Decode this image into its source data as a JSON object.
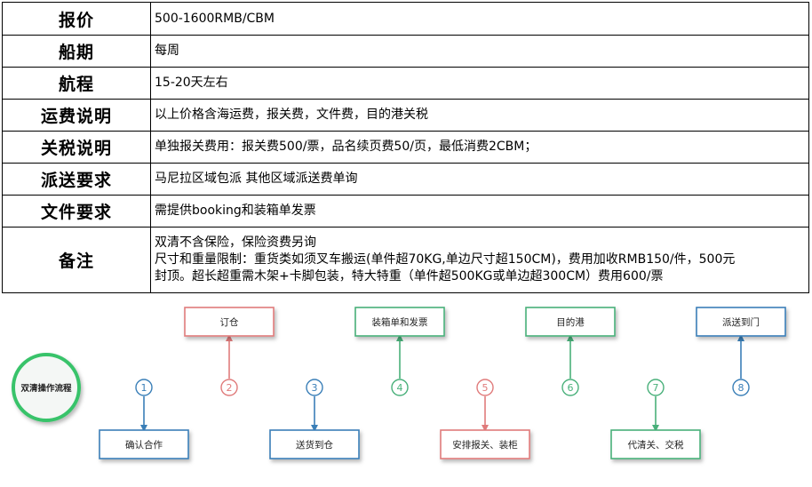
{
  "table": {
    "rows": [
      {
        "key": "报价",
        "lines": [
          "500-1600RMB/CBM"
        ]
      },
      {
        "key": "船期",
        "lines": [
          "每周"
        ]
      },
      {
        "key": "航程",
        "lines": [
          "15-20天左右"
        ]
      },
      {
        "key": "运费说明",
        "lines": [
          "以上价格含海运费，报关费，文件费，目的港关税"
        ]
      },
      {
        "key": "关税说明",
        "lines": [
          "单独报关费用：报关费500/票，品名续页费50/页，最低消费2CBM；"
        ]
      },
      {
        "key": "派送要求",
        "lines": [
          "马尼拉区域包派 其他区域派送费单询"
        ]
      },
      {
        "key": "文件要求",
        "lines": [
          "需提供booking和装箱单发票"
        ]
      },
      {
        "key": "备注",
        "lines": [
          "双清不含保险，保险资费另询",
          "尺寸和重量限制：重货类如须叉车搬运(单件超70KG,单边尺寸超150CM)，费用加收RMB150/件，500元",
          "封顶。超长超重需木架+卡脚包装，特大特重（单件超500KG或单边超300CM）费用600/票"
        ]
      }
    ]
  },
  "flow": {
    "start_label": "双清操作流程",
    "colors": {
      "line": "#3b8fa6",
      "blue": "#3a7fb8",
      "red": "#e07b7b",
      "green": "#49b07a",
      "start_ring": "#39c36a"
    },
    "steps": [
      {
        "num": "1",
        "label": "确认合作",
        "position": "below",
        "color": "blue"
      },
      {
        "num": "2",
        "label": "订仓",
        "position": "above",
        "color": "red"
      },
      {
        "num": "3",
        "label": "送货到仓",
        "position": "below",
        "color": "blue"
      },
      {
        "num": "4",
        "label": "装箱单和发票",
        "position": "above",
        "color": "green"
      },
      {
        "num": "5",
        "label": "安排报关、装柜",
        "position": "below",
        "color": "red"
      },
      {
        "num": "6",
        "label": "目的港",
        "position": "above",
        "color": "green"
      },
      {
        "num": "7",
        "label": "代清关、交税",
        "position": "below",
        "color": "green"
      },
      {
        "num": "8",
        "label": "派送到门",
        "position": "above",
        "color": "blue"
      }
    ]
  }
}
